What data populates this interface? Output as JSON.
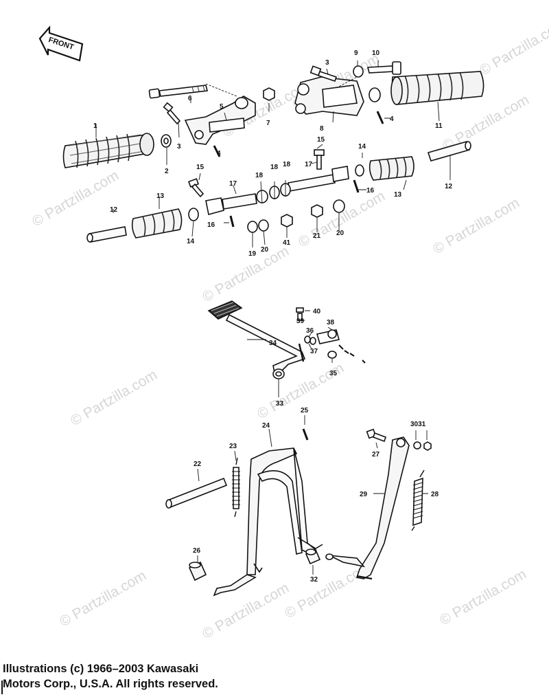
{
  "diagram": {
    "front_label": "FRONT",
    "watermark": "© Partzilla.com",
    "copyright_line1": "Illustrations (c) 1966–2003 Kawasaki",
    "copyright_line2": "Motors Corp., U.S.A.  All rights reserved.",
    "callouts": [
      "1",
      "2",
      "3",
      "3",
      "4",
      "4",
      "5",
      "6",
      "7",
      "8",
      "9",
      "10",
      "11",
      "12",
      "12",
      "13",
      "13",
      "14",
      "14",
      "15",
      "15",
      "16",
      "16",
      "17",
      "17",
      "18",
      "18",
      "18",
      "19",
      "20",
      "20",
      "21",
      "41",
      "22",
      "23",
      "24",
      "25",
      "26",
      "27",
      "28",
      "29",
      "3031",
      "32",
      "33",
      "34",
      "35",
      "36",
      "37",
      "38",
      "39",
      "40"
    ]
  }
}
